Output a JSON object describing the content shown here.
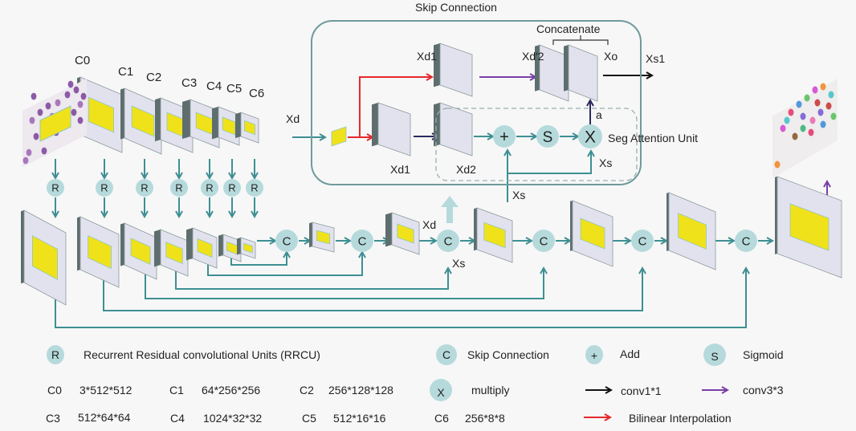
{
  "diagram": {
    "colors": {
      "background": "#f7f7f7",
      "teal_line": "#3e8f93",
      "node_fill": "#b6dadb",
      "block_face": "#e2e2ee",
      "block_side": "#5e6e6e",
      "feature_yellow": "#f0e21a",
      "red_arrow": "#e8282c",
      "purple_arrow": "#7a3fa8",
      "navy_arrow": "#2a2a5e",
      "black_arrow": "#111111",
      "skip_box_border": "#6f9a9b",
      "dashed_box_border": "#9aaeae",
      "up_arrow_fill": "#b6dadb"
    },
    "encoder": {
      "labels": [
        "C0",
        "C1",
        "C2",
        "C3",
        "C4",
        "C5",
        "C6"
      ],
      "rrcu_node": "R"
    },
    "decoder": {
      "skip_node": "C",
      "labels": {
        "xd": "Xd",
        "xs": "Xs"
      }
    },
    "skip_connection_detail": {
      "title": "Skip Connection",
      "input_label": "Xd",
      "xd1_top": "Xd1",
      "xd1_bottom": "Xd1",
      "xd2": "Xd2",
      "xd2_prime": "Xd′2",
      "xo": "Xo",
      "output": "Xs1",
      "concatenate": "Concatenate",
      "attention_unit": "Seg Attention  Unit",
      "a_label": "a",
      "xs_inner": "Xs",
      "xs_input": "Xs",
      "add_symbol": "+",
      "sigmoid_symbol": "S",
      "multiply_symbol": "X"
    },
    "legend": {
      "row1": [
        {
          "symbol": "R",
          "text": "Recurrent  Residual  convolutional  Units  (RRCU)"
        },
        {
          "symbol": "C",
          "text": "Skip Connection"
        },
        {
          "symbol": "+",
          "text": "Add"
        },
        {
          "symbol": "S",
          "text": "Sigmoid"
        }
      ],
      "row2": [
        {
          "key": "C0",
          "value": "3*512*512"
        },
        {
          "key": "C1",
          "value": "64*256*256"
        },
        {
          "key": "C2",
          "value": "256*128*128"
        }
      ],
      "row2_symbols": [
        {
          "symbol": "X",
          "text": "multiply"
        },
        {
          "arrow": "black",
          "text": "conv1*1"
        },
        {
          "arrow": "purple",
          "text": "conv3*3"
        }
      ],
      "row3": [
        {
          "key": "C3",
          "value": "512*64*64"
        },
        {
          "key": "C4",
          "value": "1024*32*32"
        },
        {
          "key": "C5",
          "value": "512*16*16"
        },
        {
          "key": "C6",
          "value": "256*8*8"
        }
      ],
      "row3_arrow": {
        "arrow": "red",
        "text": "Bilinear  Interpolation"
      }
    }
  }
}
